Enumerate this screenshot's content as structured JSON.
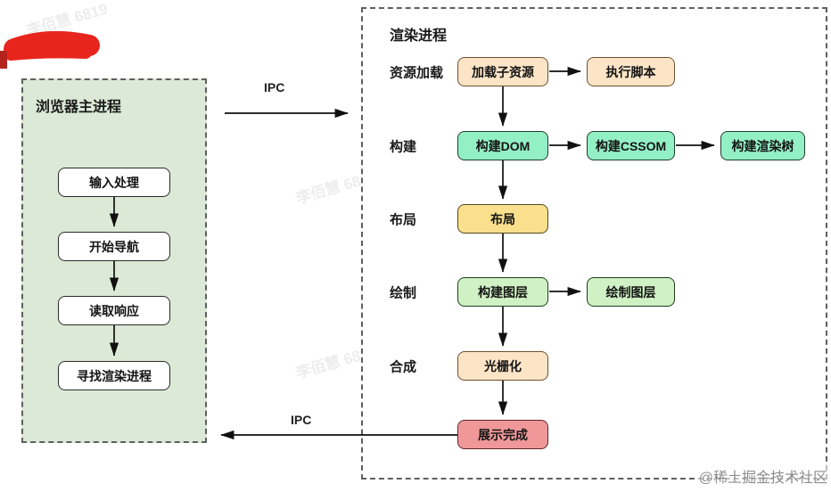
{
  "watermark": {
    "text": "李佰慧 6819"
  },
  "credit": "@稀土掘金技术社区",
  "ipc": {
    "top_label": "IPC",
    "bottom_label": "IPC"
  },
  "main_process": {
    "title": "浏览器主进程",
    "steps": [
      {
        "label": "输入处理"
      },
      {
        "label": "开始导航"
      },
      {
        "label": "读取响应"
      },
      {
        "label": "寻找渲染进程"
      }
    ]
  },
  "render_process": {
    "title": "渲染进程",
    "rows": [
      {
        "stage": "资源加载",
        "boxes": [
          {
            "label": "加载子资源",
            "color": "#fce5c7"
          },
          {
            "label": "执行脚本",
            "color": "#fce5c7"
          }
        ]
      },
      {
        "stage": "构建",
        "boxes": [
          {
            "label": "构建DOM",
            "color": "#93f0c5"
          },
          {
            "label": "构建CSSOM",
            "color": "#93f0c5"
          },
          {
            "label": "构建渲染树",
            "color": "#93f0c5"
          }
        ]
      },
      {
        "stage": "布局",
        "boxes": [
          {
            "label": "布局",
            "color": "#fadf8d"
          }
        ]
      },
      {
        "stage": "绘制",
        "boxes": [
          {
            "label": "构建图层",
            "color": "#cff1c3"
          },
          {
            "label": "绘制图层",
            "color": "#cff1c3"
          }
        ]
      },
      {
        "stage": "合成",
        "boxes": [
          {
            "label": "光栅化",
            "color": "#fce5c7"
          }
        ]
      },
      {
        "stage": "",
        "boxes": [
          {
            "label": "展示完成",
            "color": "#f09899"
          }
        ]
      }
    ]
  },
  "colors": {
    "panel_main_bg": "#dbe9d6",
    "dashed_border": "#5f5f5f",
    "mint": "#93f0c5",
    "peach": "#fce5c7",
    "amber": "#fadf8d",
    "pale_green": "#cff1c3",
    "pink": "#f09899",
    "scribble_red": "#e8251d",
    "arrow": "#111111"
  }
}
